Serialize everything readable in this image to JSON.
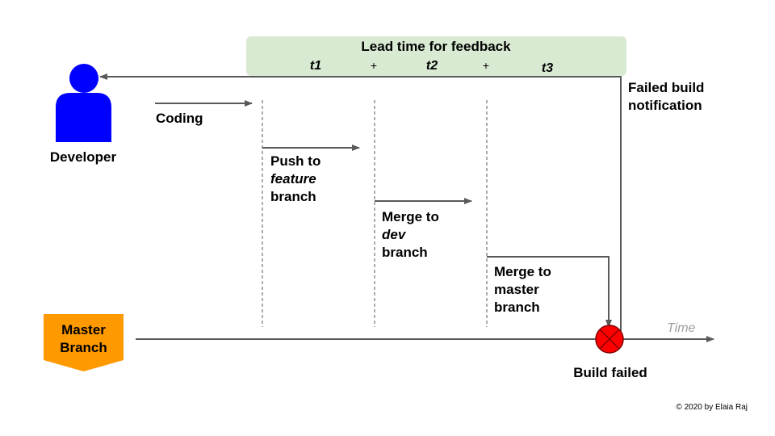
{
  "header": {
    "title": "Lead time for feedback",
    "t1": "t1",
    "plus1": "+",
    "t2": "t2",
    "plus2": "+",
    "t3": "t3"
  },
  "developer": {
    "label": "Developer"
  },
  "master_branch": {
    "line1": "Master",
    "line2": "Branch"
  },
  "steps": {
    "coding": "Coding",
    "push": {
      "line1": "Push to",
      "line2": "feature",
      "line3": "branch"
    },
    "merge_dev": {
      "line1": "Merge to",
      "line2": "dev",
      "line3": "branch"
    },
    "merge_master": {
      "line1": "Merge to",
      "line2": "master",
      "line3": "branch"
    }
  },
  "notification": {
    "line1": "Failed build",
    "line2": "notification"
  },
  "build_failed": "Build failed",
  "time_axis": "Time",
  "copyright": "© 2020 by Elaia Raj",
  "colors": {
    "developer_blue": "#0000ff",
    "master_orange": "#ff9900",
    "header_green": "#d9ead3",
    "fail_red": "#ff0000",
    "line_gray": "#595959"
  }
}
